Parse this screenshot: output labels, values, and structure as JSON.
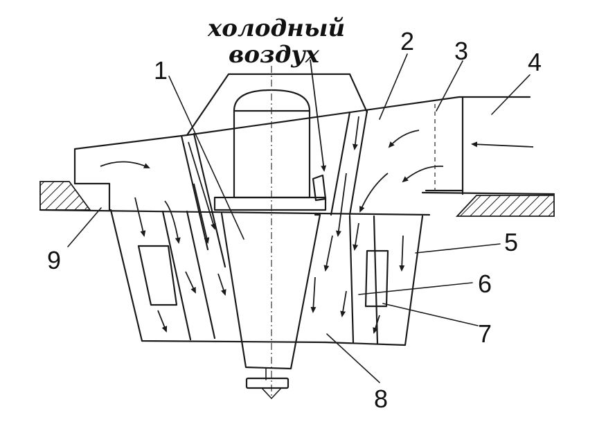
{
  "title_lines": [
    "холодный",
    "воздух"
  ],
  "labels": [
    "1",
    "2",
    "3",
    "4",
    "5",
    "6",
    "7",
    "8",
    "9"
  ]
}
